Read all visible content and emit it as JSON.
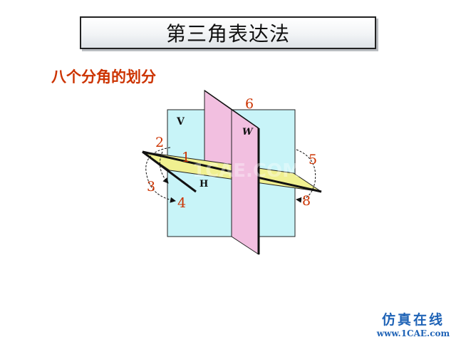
{
  "title": "第三角表达法",
  "subtitle": "八个分角的划分",
  "diagram": {
    "planes": {
      "v": "V",
      "w": "W",
      "h": "H"
    },
    "octant_numbers": [
      "1",
      "2",
      "3",
      "4",
      "5",
      "6",
      "8"
    ],
    "colors": {
      "v_plane": "#c8f4f8",
      "w_plane": "#f2bfe0",
      "h_plane": "#f0f090",
      "numbers": "#cc3300"
    }
  },
  "watermark": {
    "top": "仿真在线",
    "bottom": "www.1CAE.com",
    "faint": "1CAE.COM"
  }
}
